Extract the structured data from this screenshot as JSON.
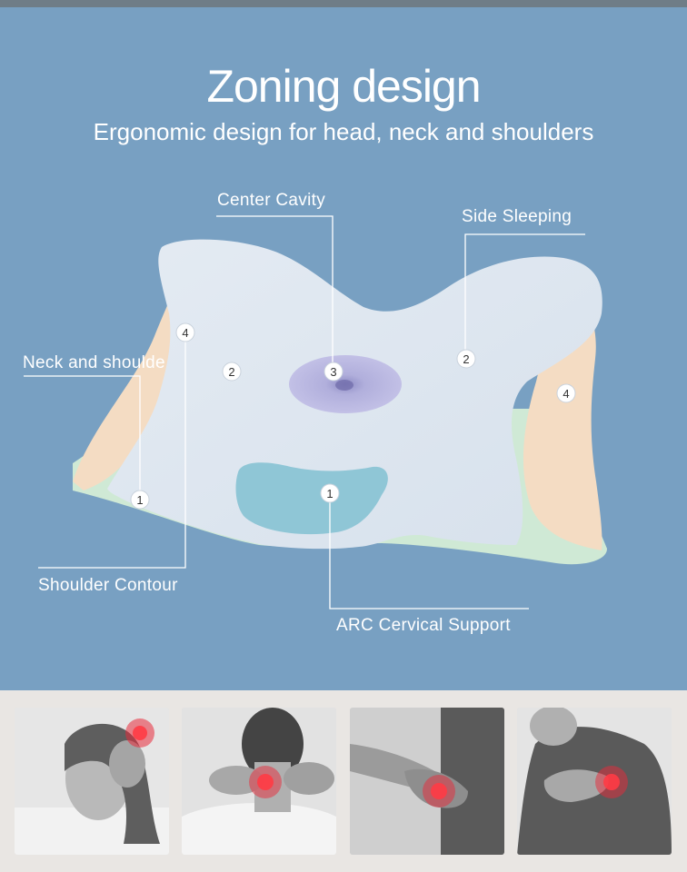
{
  "header": {
    "title": "Zoning design",
    "subtitle": "Ergonomic design for head, neck and shoulders"
  },
  "callouts": {
    "center_cavity": "Center Cavity",
    "side_sleeping": "Side Sleeping",
    "neck_and_shoulder": "Neck and shoulde",
    "shoulder_contour": "Shoulder Contour",
    "arc_cervical_support": "ARC Cervical Support"
  },
  "zone_markers": {
    "m1_left": "1",
    "m1_center": "1",
    "m2_left": "2",
    "m2_right": "2",
    "m3_center": "3",
    "m4_left": "4",
    "m4_right": "4"
  },
  "colors": {
    "background": "#78a0c2",
    "pillow_top": "#dfe6ee",
    "neck_zone": "#f4dcc3",
    "base_layer": "#cfe9d5",
    "center_cavity": "#b7b6df",
    "arc_support": "#8fc6d6",
    "pain_highlight": "#e8293a"
  },
  "photos": [
    {
      "icon": "headache-photo"
    },
    {
      "icon": "neck-pain-photo"
    },
    {
      "icon": "arm-pain-photo"
    },
    {
      "icon": "shoulder-pain-photo"
    }
  ]
}
